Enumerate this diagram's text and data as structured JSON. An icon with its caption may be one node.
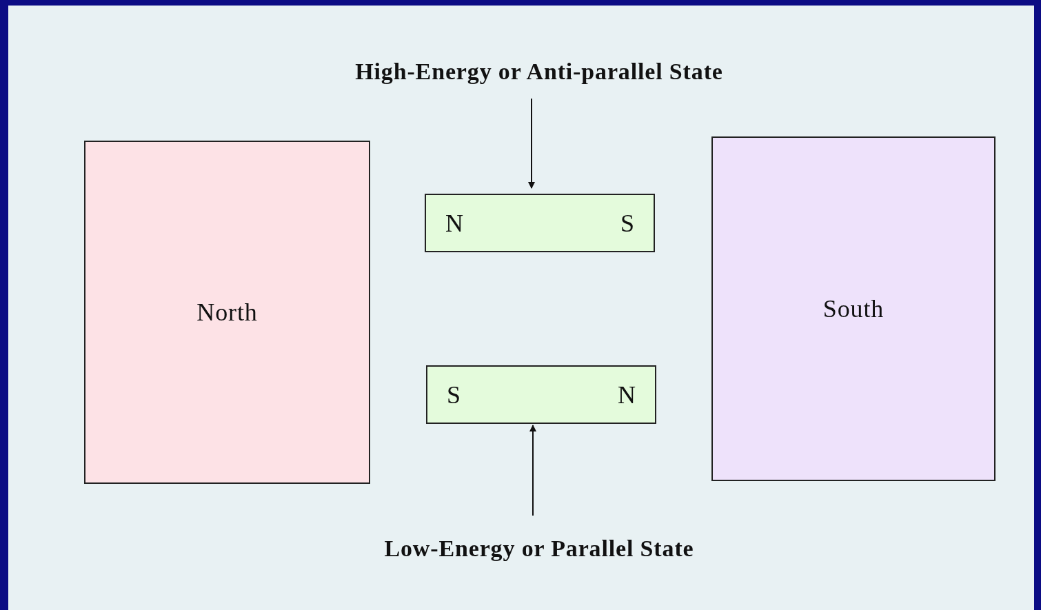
{
  "diagram": {
    "nodes": [
      {
        "text": [
          "High-Energy or Anti-parallel State"
        ]
      },
      {
        "text": [
          "North"
        ]
      },
      {
        "text": [
          "N",
          "S"
        ]
      },
      {
        "text": [
          "S",
          "N"
        ]
      },
      {
        "text": [
          "South"
        ]
      },
      {
        "text": [
          "Low-Energy or Parallel State"
        ]
      }
    ],
    "edges": [
      {
        "from": 0,
        "to": 2,
        "arrow": "to"
      },
      {
        "from": 5,
        "to": 3,
        "arrow": "to"
      }
    ]
  }
}
